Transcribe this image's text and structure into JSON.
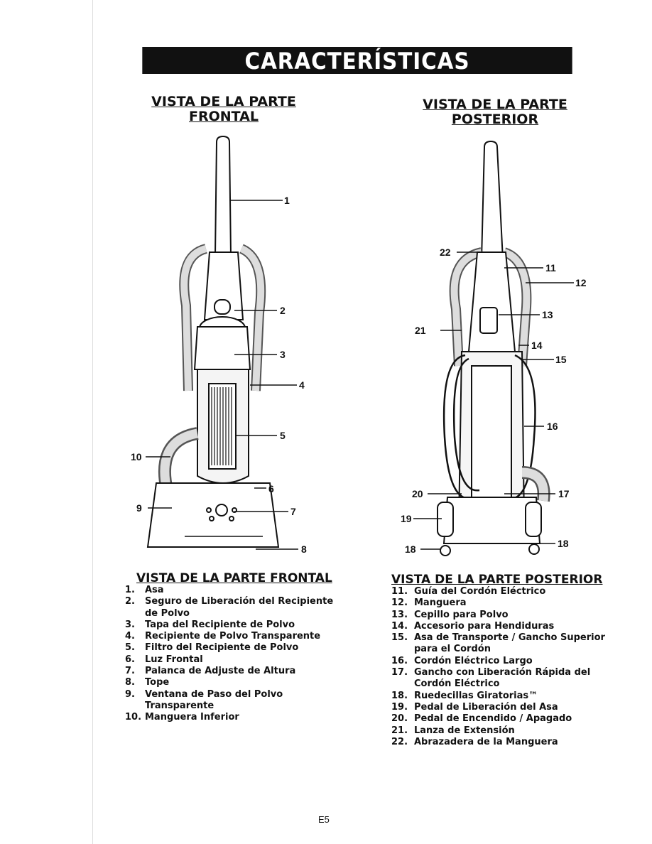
{
  "banner": {
    "title": "CARACTERÍSTICAS"
  },
  "front": {
    "heading_line1": "VISTA DE LA PARTE",
    "heading_line2": "FRONTAL",
    "list_title": "VISTA DE LA PARTE FRONTAL",
    "items": [
      {
        "num": "1.",
        "text": "Asa"
      },
      {
        "num": "2.",
        "text": "Seguro de Liberación del Recipiente de Polvo"
      },
      {
        "num": "3.",
        "text": "Tapa del Recipiente de Polvo"
      },
      {
        "num": "4.",
        "text": "Recipiente de Polvo Transparente"
      },
      {
        "num": "5.",
        "text": "Filtro del Recipiente de Polvo"
      },
      {
        "num": "6.",
        "text": "Luz Frontal"
      },
      {
        "num": "7.",
        "text": "Palanca de Adjuste de Altura"
      },
      {
        "num": "8.",
        "text": "Tope"
      },
      {
        "num": "9.",
        "text": "Ventana de Paso del Polvo Transparente"
      },
      {
        "num": "10.",
        "text": "Manguera Inferior"
      }
    ],
    "callouts": [
      "1",
      "2",
      "3",
      "4",
      "5",
      "6",
      "7",
      "8",
      "9",
      "10"
    ]
  },
  "rear": {
    "heading_line1": "VISTA DE LA PARTE",
    "heading_line2": "POSTERIOR",
    "list_title": "VISTA DE LA PARTE POSTERIOR",
    "items": [
      {
        "num": "11.",
        "text": "Guía del Cordón Eléctrico"
      },
      {
        "num": "12.",
        "text": "Manguera"
      },
      {
        "num": "13.",
        "text": "Cepillo para Polvo"
      },
      {
        "num": "14.",
        "text": "Accesorio para Hendiduras"
      },
      {
        "num": "15.",
        "text": "Asa de Transporte / Gancho Superior para el Cordón"
      },
      {
        "num": "16.",
        "text": "Cordón Eléctrico Largo"
      },
      {
        "num": "17.",
        "text": "Gancho con Liberación Rápida del Cordón Eléctrico"
      },
      {
        "num": "18.",
        "text": "Ruedecillas Giratorias™"
      },
      {
        "num": "19.",
        "text": "Pedal de Liberación del Asa"
      },
      {
        "num": "20.",
        "text": "Pedal de Encendido / Apagado"
      },
      {
        "num": "21.",
        "text": "Lanza de Extensión"
      },
      {
        "num": "22.",
        "text": "Abrazadera de la Manguera"
      }
    ],
    "callouts": [
      "11",
      "12",
      "13",
      "14",
      "15",
      "16",
      "17",
      "18",
      "18",
      "19",
      "20",
      "21",
      "22"
    ]
  },
  "footer": {
    "page": "E5"
  }
}
